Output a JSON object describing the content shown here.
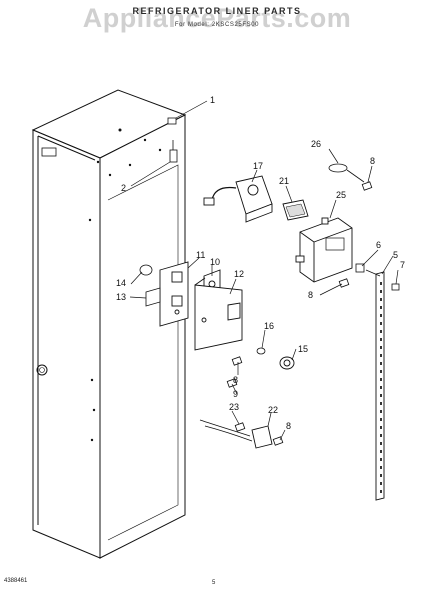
{
  "header": {
    "title": "REFRIGERATOR LINER PARTS",
    "subtitle": "For Model: 2KSCS25FS00"
  },
  "watermark": {
    "prefix": "Appliance",
    "suffix": "Parts.com"
  },
  "callouts": {
    "c1": "1",
    "c2": "2",
    "c5": "5",
    "c6": "6",
    "c7": "7",
    "c8a": "8",
    "c8b": "8",
    "c8c": "8",
    "c8d": "8",
    "c9": "9",
    "c10": "10",
    "c11": "11",
    "c12": "12",
    "c13": "13",
    "c14": "14",
    "c15": "15",
    "c16": "16",
    "c17": "17",
    "c21": "21",
    "c22": "22",
    "c23": "23",
    "c25": "25",
    "c26": "26"
  },
  "footer": {
    "doc_number": "4388461",
    "page_number": "5"
  }
}
